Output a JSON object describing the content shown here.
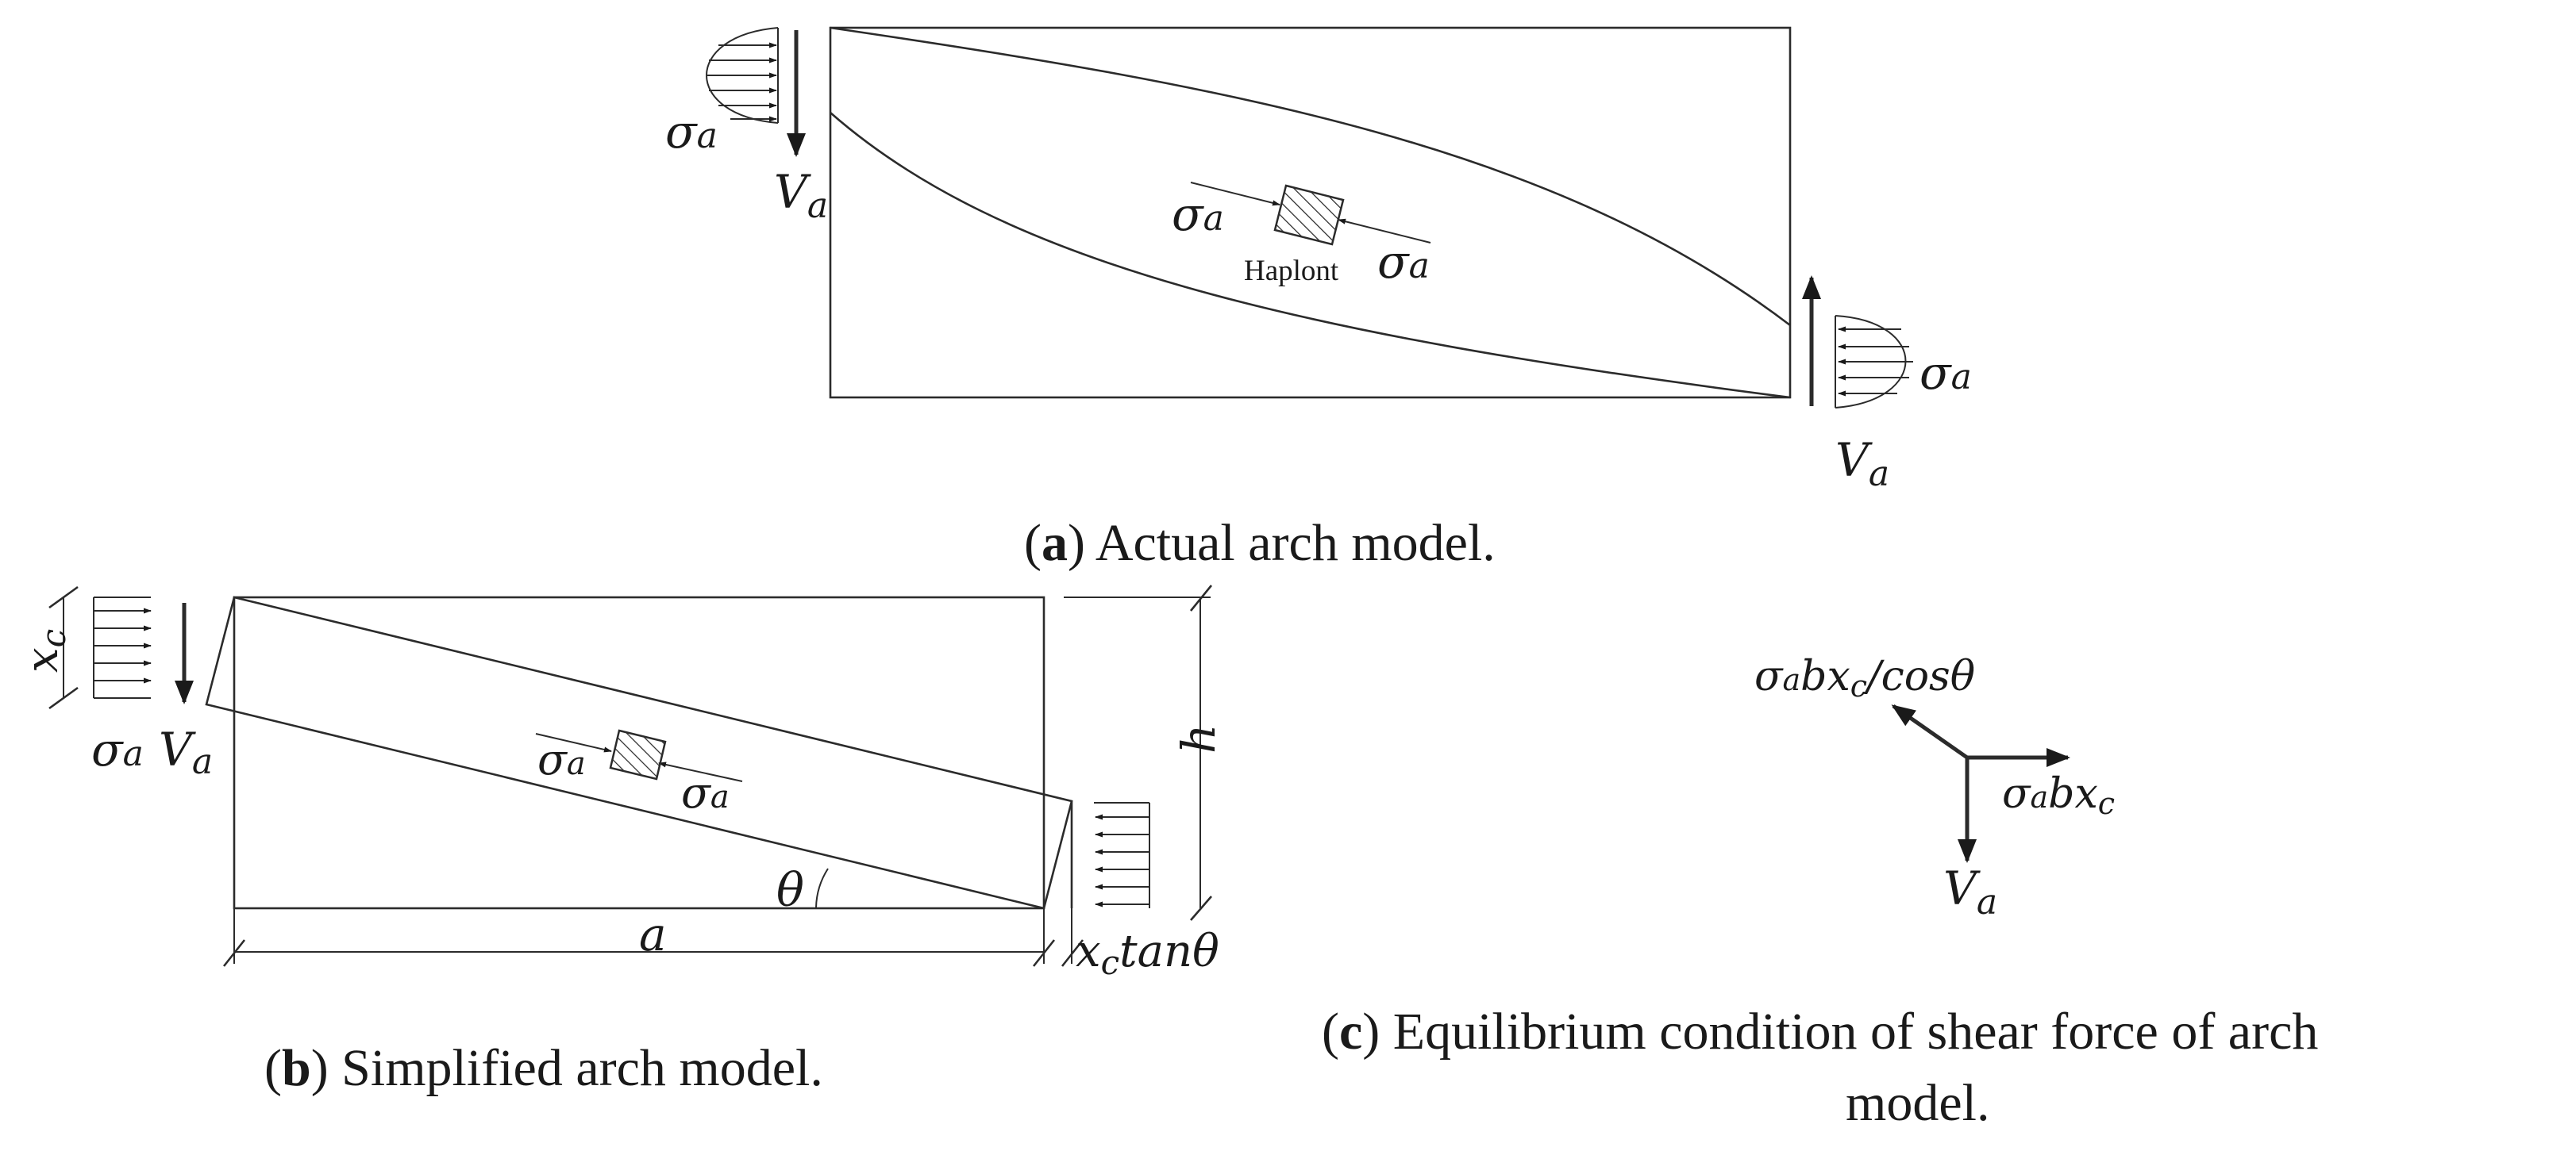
{
  "panel_a": {
    "sigma": "σ",
    "sigma_sub": "a",
    "v": "V",
    "v_sub": "a",
    "haplont": "Haplont",
    "caption_open": "(",
    "caption_letter": "a",
    "caption_text": ") Actual arch model."
  },
  "panel_b": {
    "x": "x",
    "x_sub": "c",
    "sigma": "σ",
    "sigma_sub": "a",
    "v": "V",
    "v_sub": "a",
    "h": "h",
    "a": "a",
    "theta": "θ",
    "tan_suffix": "tanθ",
    "caption_open": "(",
    "caption_letter": "b",
    "caption_text": ") Simplified arch model."
  },
  "panel_c": {
    "sigma": "σ",
    "sigma_sub": "a",
    "bx": "bx",
    "c_sub": "c",
    "cos_suffix": "/cosθ",
    "v": "V",
    "v_sub": "a",
    "caption_open": "(",
    "caption_letter": "c",
    "caption_line1": ") Equilibrium condition of shear force of arch",
    "caption_line2": "model."
  }
}
